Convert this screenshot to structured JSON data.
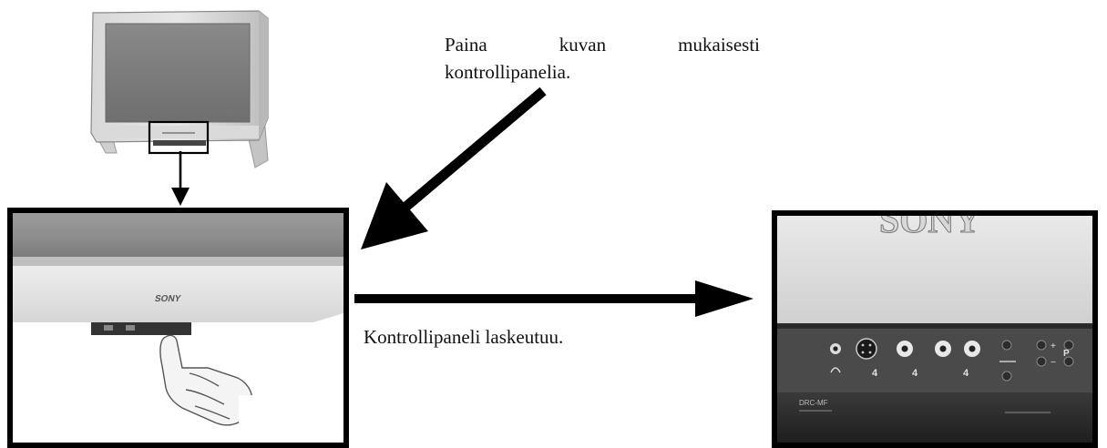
{
  "instructions": {
    "press_panel": {
      "words_line1": [
        "Paina",
        "kuvan",
        "mukaisesti"
      ],
      "line2": "kontrollipanelia."
    },
    "panel_lowers": "Kontrollipaneli laskeutuu."
  },
  "control_panel_labels": {
    "brand": "SONY",
    "model": "DRC-MF",
    "plus": "+",
    "minus": "−",
    "program": "P",
    "input_number": "4"
  }
}
